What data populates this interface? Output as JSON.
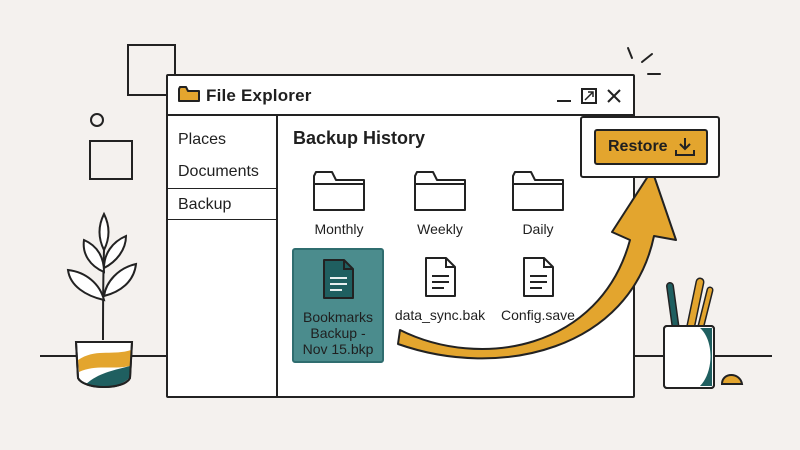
{
  "window": {
    "title": "File Explorer",
    "controls": [
      "minimize",
      "maximize",
      "close"
    ]
  },
  "sidebar": {
    "items": [
      {
        "label": "Places",
        "active": false
      },
      {
        "label": "Documents",
        "active": false
      },
      {
        "label": "Backup",
        "active": true
      }
    ]
  },
  "main": {
    "title": "Backup History",
    "folders": [
      {
        "label": "Monthly",
        "icon": "folder-icon"
      },
      {
        "label": "Weekly",
        "icon": "folder-icon"
      },
      {
        "label": "Daily",
        "icon": "folder-icon"
      }
    ],
    "files": [
      {
        "label": "Bookmarks Backup - Nov 15.bkp",
        "lines": [
          "Bookmarks",
          "Backup -",
          "Nov 15.bkp"
        ],
        "icon": "document-icon",
        "selected": true
      },
      {
        "label": "data_sync.bak",
        "icon": "document-icon",
        "selected": false
      },
      {
        "label": "Config.save",
        "icon": "document-icon",
        "selected": false
      }
    ]
  },
  "restore": {
    "label": "Restore",
    "icon": "download-icon"
  },
  "colors": {
    "accent": "#e3a52e",
    "selection": "#4b8c8d",
    "selection_border": "#2f6d6f",
    "dark_teal": "#1f5f60",
    "background": "#f4f1ee",
    "ink": "#222222"
  }
}
